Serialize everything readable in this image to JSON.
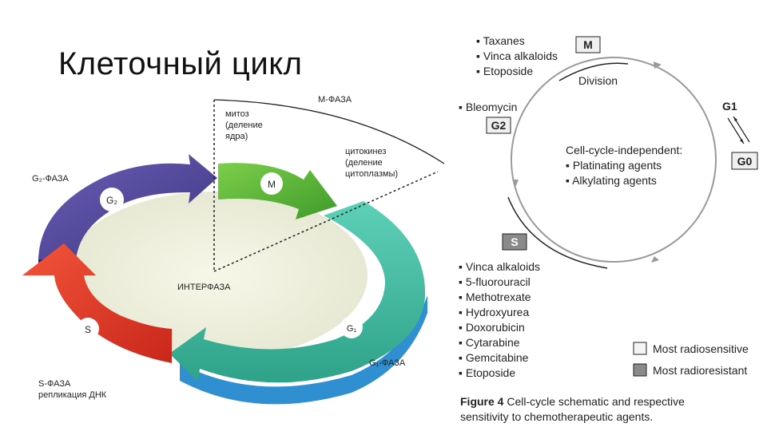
{
  "slide": {
    "title": "Клеточный цикл"
  },
  "left_diagram": {
    "m_phase_label": "М-ФАЗА",
    "mitosis": [
      "митоз",
      "(деление",
      "ядра)"
    ],
    "cytokinesis": [
      "цитокинез",
      "(деление",
      "цитоплазмы)"
    ],
    "g2_phase_label": "G₂-ФАЗА",
    "g2_badge": "G₂",
    "m_badge": "M",
    "interphase": "ИНТЕРФАЗА",
    "s_badge": "S",
    "g1_badge": "G₁",
    "g1_phase_label": "G₁-ФАЗА",
    "s_phase_label": "S-ФАЗА",
    "dna_replication": "репликация ДНК",
    "colors": {
      "g2": "#5b4fa0",
      "m": "#5cb83c",
      "g1": "#3fb8a0",
      "s": "#e8412f",
      "g1_inner": "#2f8fd0"
    }
  },
  "right_diagram": {
    "m_box": "M",
    "m_drugs": [
      "Taxanes",
      "Vinca alkaloids",
      "Etoposide"
    ],
    "division": "Division",
    "g1": "G1",
    "g0_box": "G0",
    "g2_drug": "Bleomycin",
    "g2_box": "G2",
    "independent_title": "Cell-cycle-independent:",
    "independent_items": [
      "Platinating agents",
      "Alkylating agents"
    ],
    "s_box": "S",
    "s_drugs": [
      "Vinca alkaloids",
      "5-fluorouracil",
      "Methotrexate",
      "Hydroxyurea",
      "Doxorubicin",
      "Cytarabine",
      "Gemcitabine",
      "Etoposide"
    ],
    "legend": [
      {
        "label": "Most radiosensitive",
        "color": "#f4f4f4"
      },
      {
        "label": "Most radioresistant",
        "color": "#8a8a8a"
      }
    ],
    "caption_bold": "Figure 4",
    "caption_line1": "Cell-cycle schematic and respective",
    "caption_line2": "sensitivity to chemotherapeutic agents."
  }
}
